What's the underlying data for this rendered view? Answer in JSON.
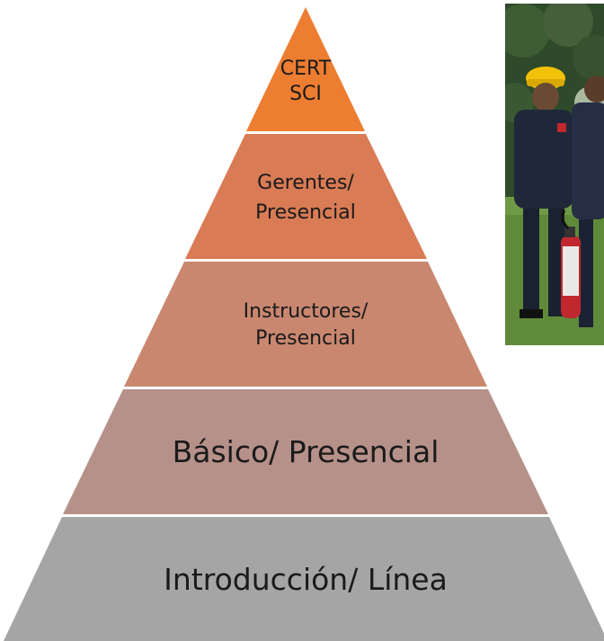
{
  "pyramid": {
    "levels": [
      {
        "lines": [
          "CERT",
          "SCI"
        ],
        "color": "#ED7D31"
      },
      {
        "lines": [
          "Gerentes/",
          "Presencial"
        ],
        "color": "#D97B55"
      },
      {
        "lines": [
          "Instructores/",
          "Presencial"
        ],
        "color": "#C98770"
      },
      {
        "lines": [
          "Básico/ Presencial"
        ],
        "color": "#B69189"
      },
      {
        "lines": [
          "Introducción/ Línea"
        ],
        "color": "#A5A5A5"
      }
    ]
  },
  "photo": {
    "description_icon": "firefighter-training-photo-icon",
    "colors": {
      "foliage": "#2f4a2a",
      "grass": "#5f8a3a",
      "uniform": "#1f2838",
      "helmet": "#f2c20a",
      "extinguisher": "#c0282d"
    }
  }
}
